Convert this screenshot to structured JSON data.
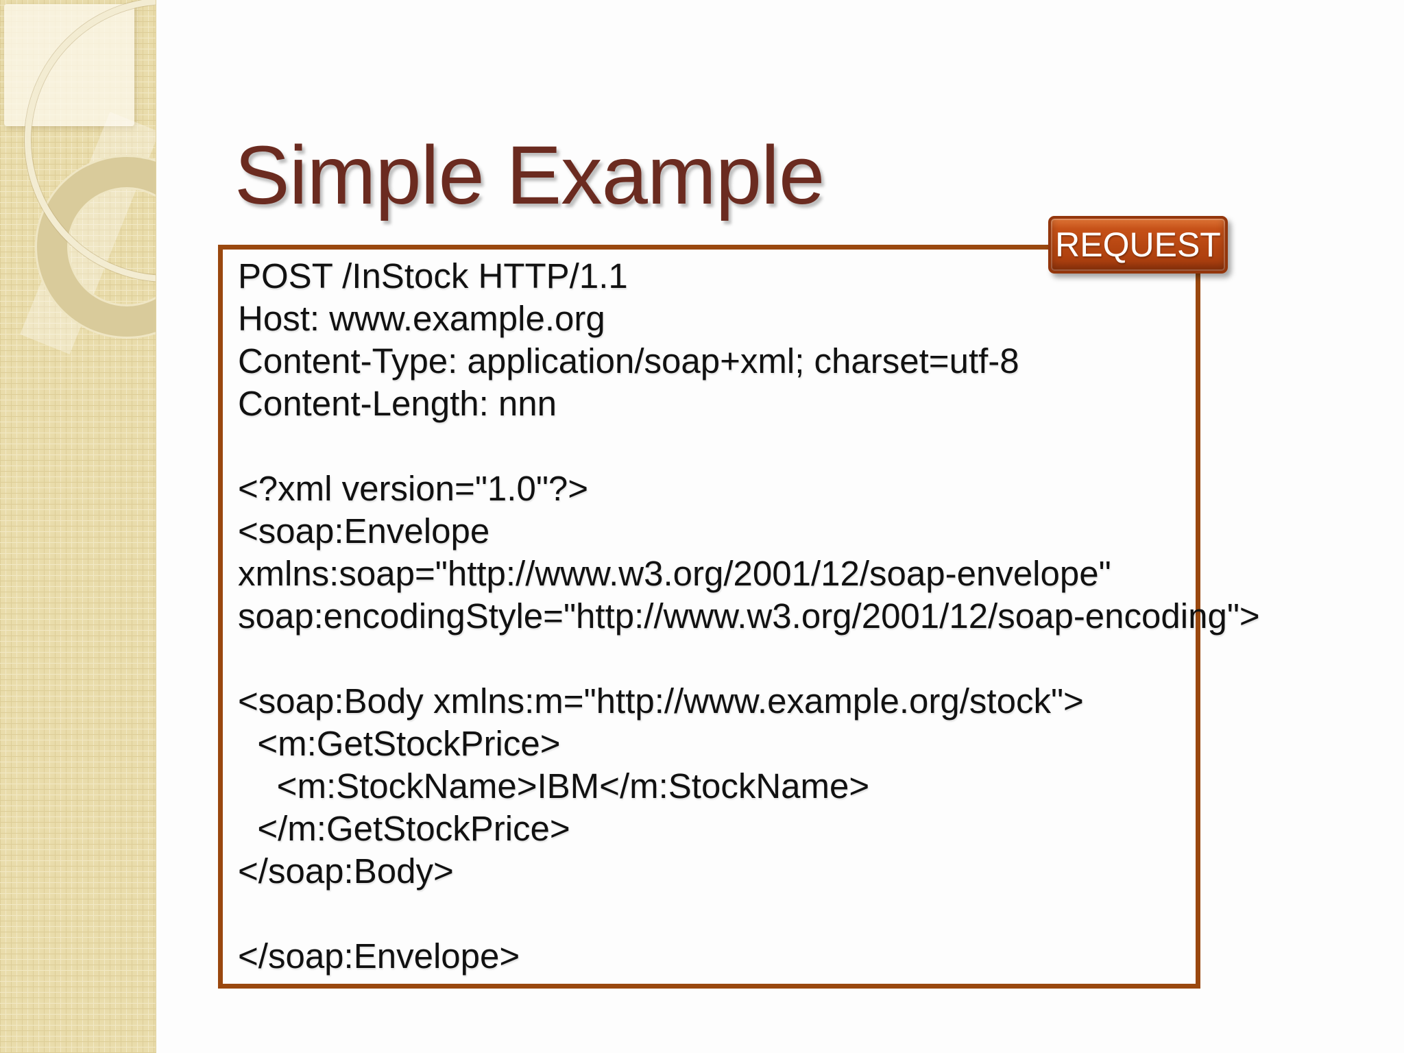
{
  "slide": {
    "title": "Simple Example",
    "badge_label": "REQUEST",
    "code_lines": [
      "POST /InStock HTTP/1.1",
      "Host: www.example.org",
      "Content-Type: application/soap+xml; charset=utf-8",
      "Content-Length: nnn",
      "",
      "<?xml version=\"1.0\"?>",
      "<soap:Envelope",
      "xmlns:soap=\"http://www.w3.org/2001/12/soap-envelope\"",
      "soap:encodingStyle=\"http://www.w3.org/2001/12/soap-encoding\">",
      "",
      "<soap:Body xmlns:m=\"http://www.example.org/stock\">",
      "  <m:GetStockPrice>",
      "    <m:StockName>IBM</m:StockName>",
      "  </m:GetStockPrice>",
      "</soap:Body>",
      "",
      "</soap:Envelope>"
    ]
  },
  "colors": {
    "title_text": "#6b2b20",
    "code_text": "#111111",
    "code_box_border": "#9a480f",
    "badge_fill": "#b34410",
    "badge_border": "#93360c",
    "badge_text": "#ffffff",
    "sidebar_base": "#e9dcab"
  }
}
